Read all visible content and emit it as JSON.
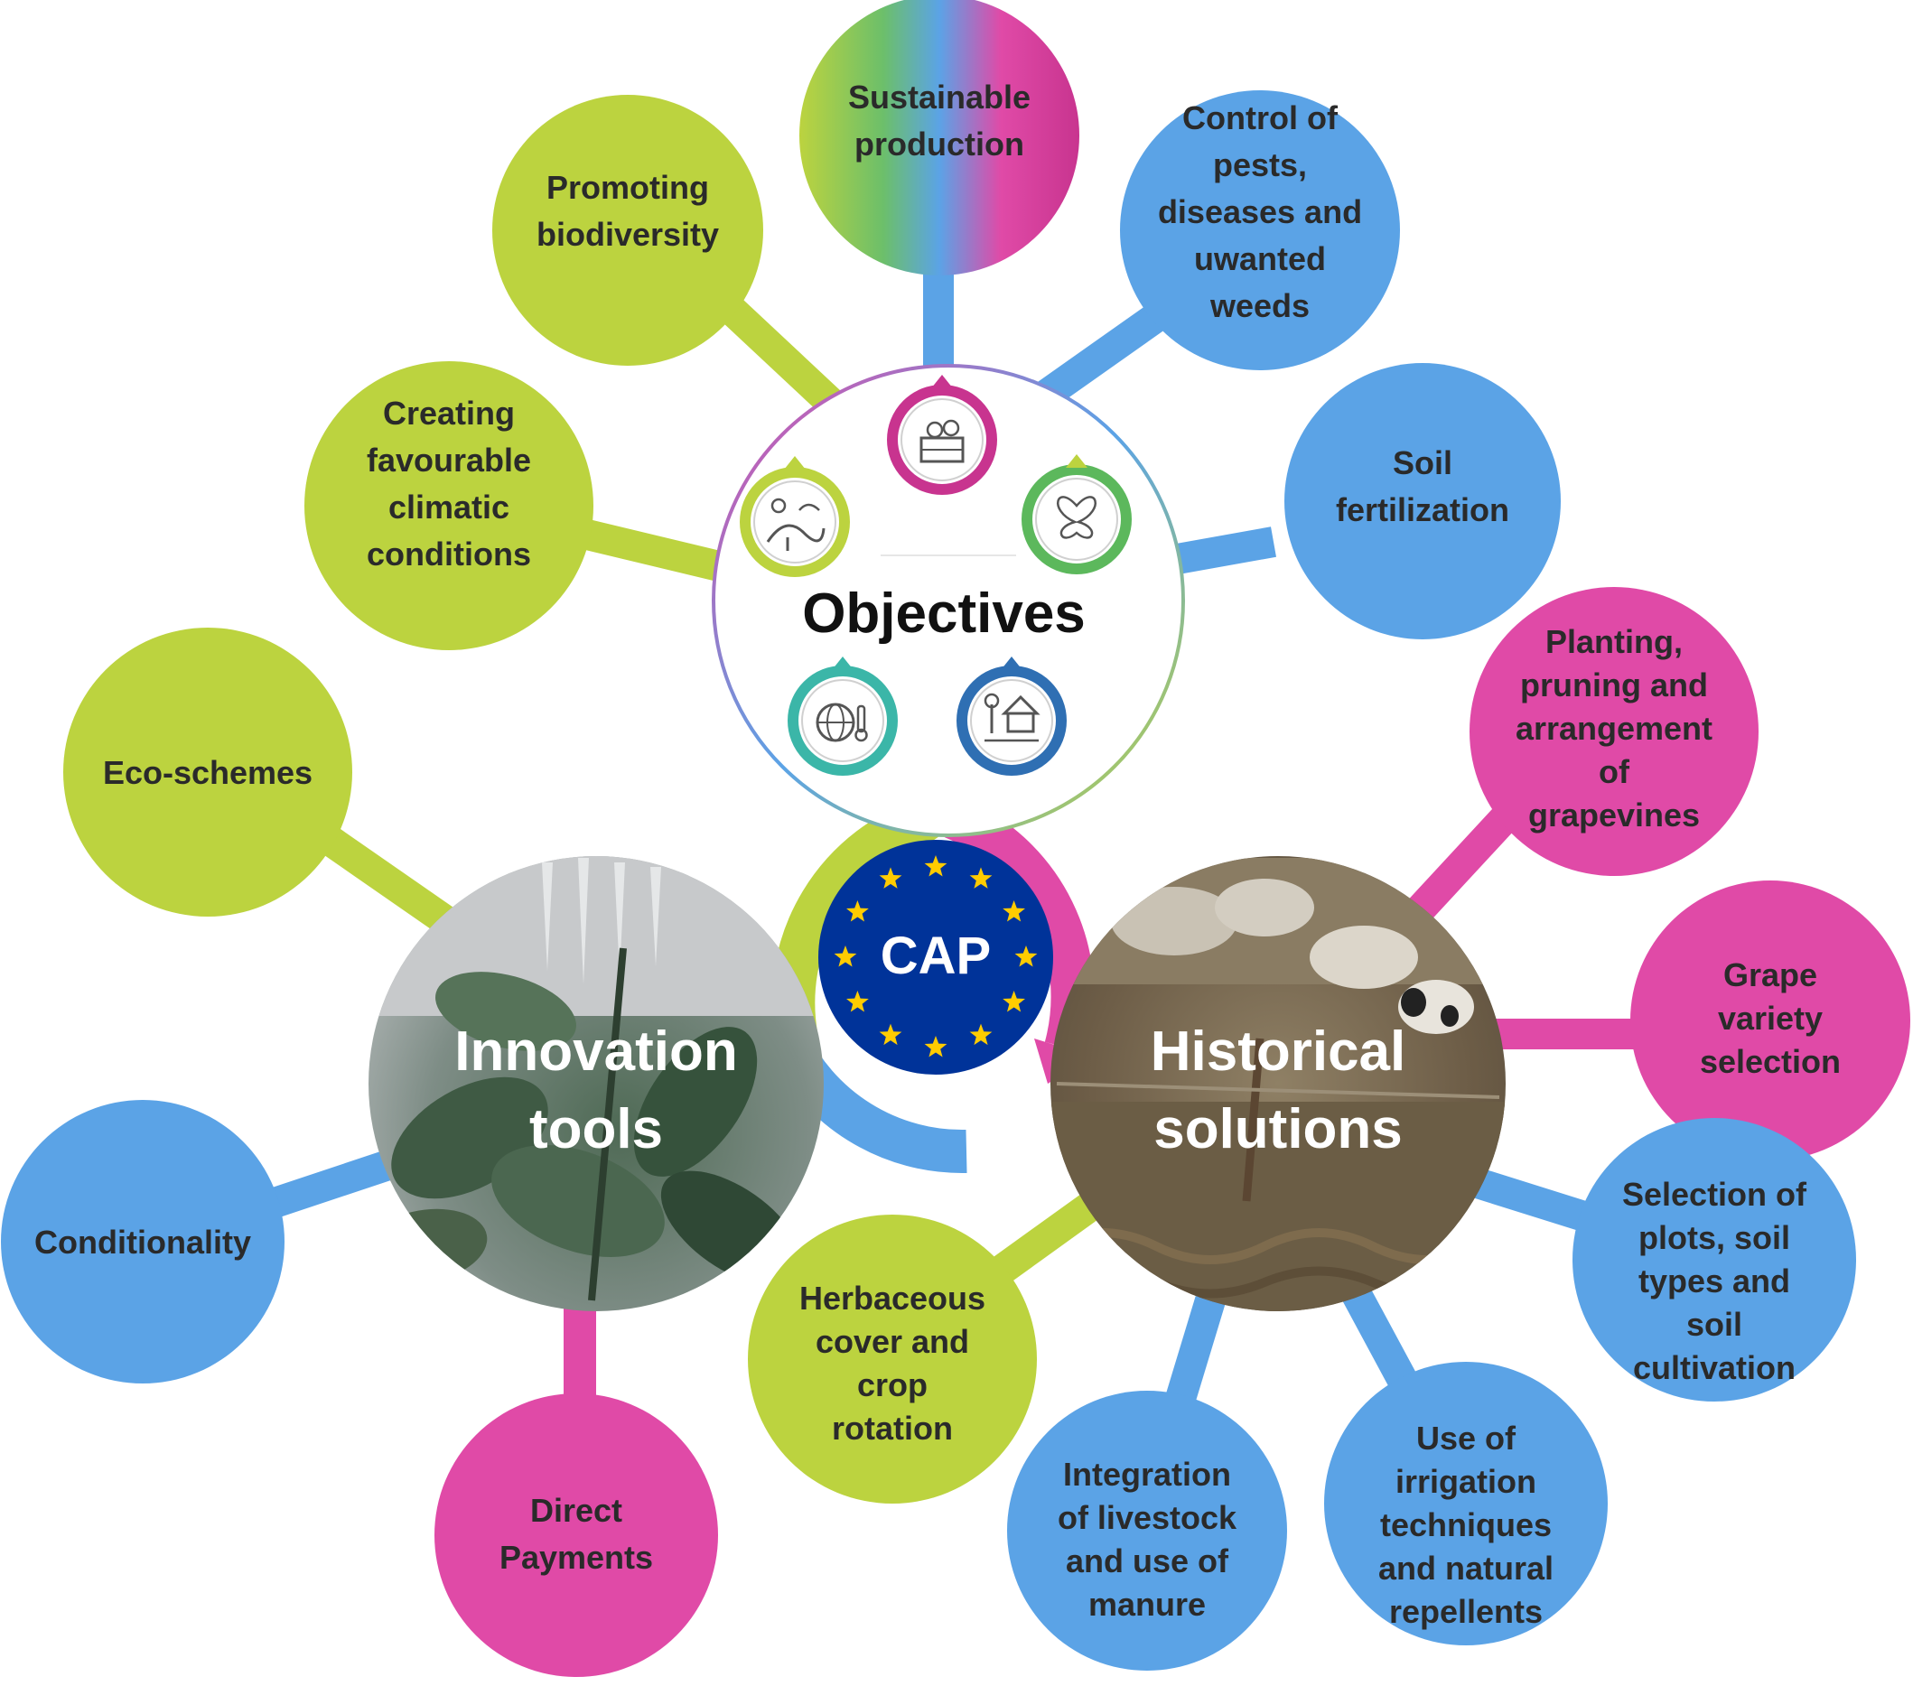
{
  "colors": {
    "green": "#bcd33f",
    "blue": "#5ba3e6",
    "pink": "#e04aa7",
    "navy": "#003399",
    "star": "#ffcc00",
    "text": "#2a2a2a"
  },
  "hubs": {
    "objectives": {
      "label": "Objectives"
    },
    "innovation": {
      "lines": [
        "Innovation",
        "tools"
      ]
    },
    "historical": {
      "lines": [
        "Historical",
        "solutions"
      ]
    },
    "cap": {
      "label": "CAP"
    }
  },
  "objective_icons": [
    {
      "name": "climate-landscape-icon",
      "ring": "green"
    },
    {
      "name": "food-crate-icon",
      "ring": "pink"
    },
    {
      "name": "butterfly-icon",
      "ring": "green"
    },
    {
      "name": "globe-thermometer-icon",
      "ring": "teal"
    },
    {
      "name": "farmhouse-icon",
      "ring": "blue"
    }
  ],
  "bubbles": {
    "sustainable": [
      "Sustainable",
      "production"
    ],
    "biodiversity": [
      "Promoting",
      "biodiversity"
    ],
    "pests": [
      "Control of",
      "pests,",
      "diseases and",
      "uwanted",
      "weeds"
    ],
    "climatic": [
      "Creating",
      "favourable",
      "climatic",
      "conditions"
    ],
    "soil_fert": [
      "Soil",
      "fertilization"
    ],
    "eco": [
      "Eco-schemes"
    ],
    "conditionality": [
      "Conditionality"
    ],
    "direct_payments": [
      "Direct",
      "Payments"
    ],
    "planting": [
      "Planting,",
      "pruning and",
      "arrangement",
      "of",
      "grapevines"
    ],
    "grape_variety": [
      "Grape",
      "variety",
      "selection"
    ],
    "herbaceous": [
      "Herbaceous",
      "cover and",
      "crop",
      "rotation"
    ],
    "livestock": [
      "Integration",
      "of livestock",
      "and use of",
      "manure"
    ],
    "irrigation": [
      "Use of",
      "irrigation",
      "techniques",
      "and natural",
      "repellents"
    ],
    "plots": [
      "Selection of",
      "plots, soil",
      "types and",
      "soil",
      "cultivation"
    ]
  }
}
